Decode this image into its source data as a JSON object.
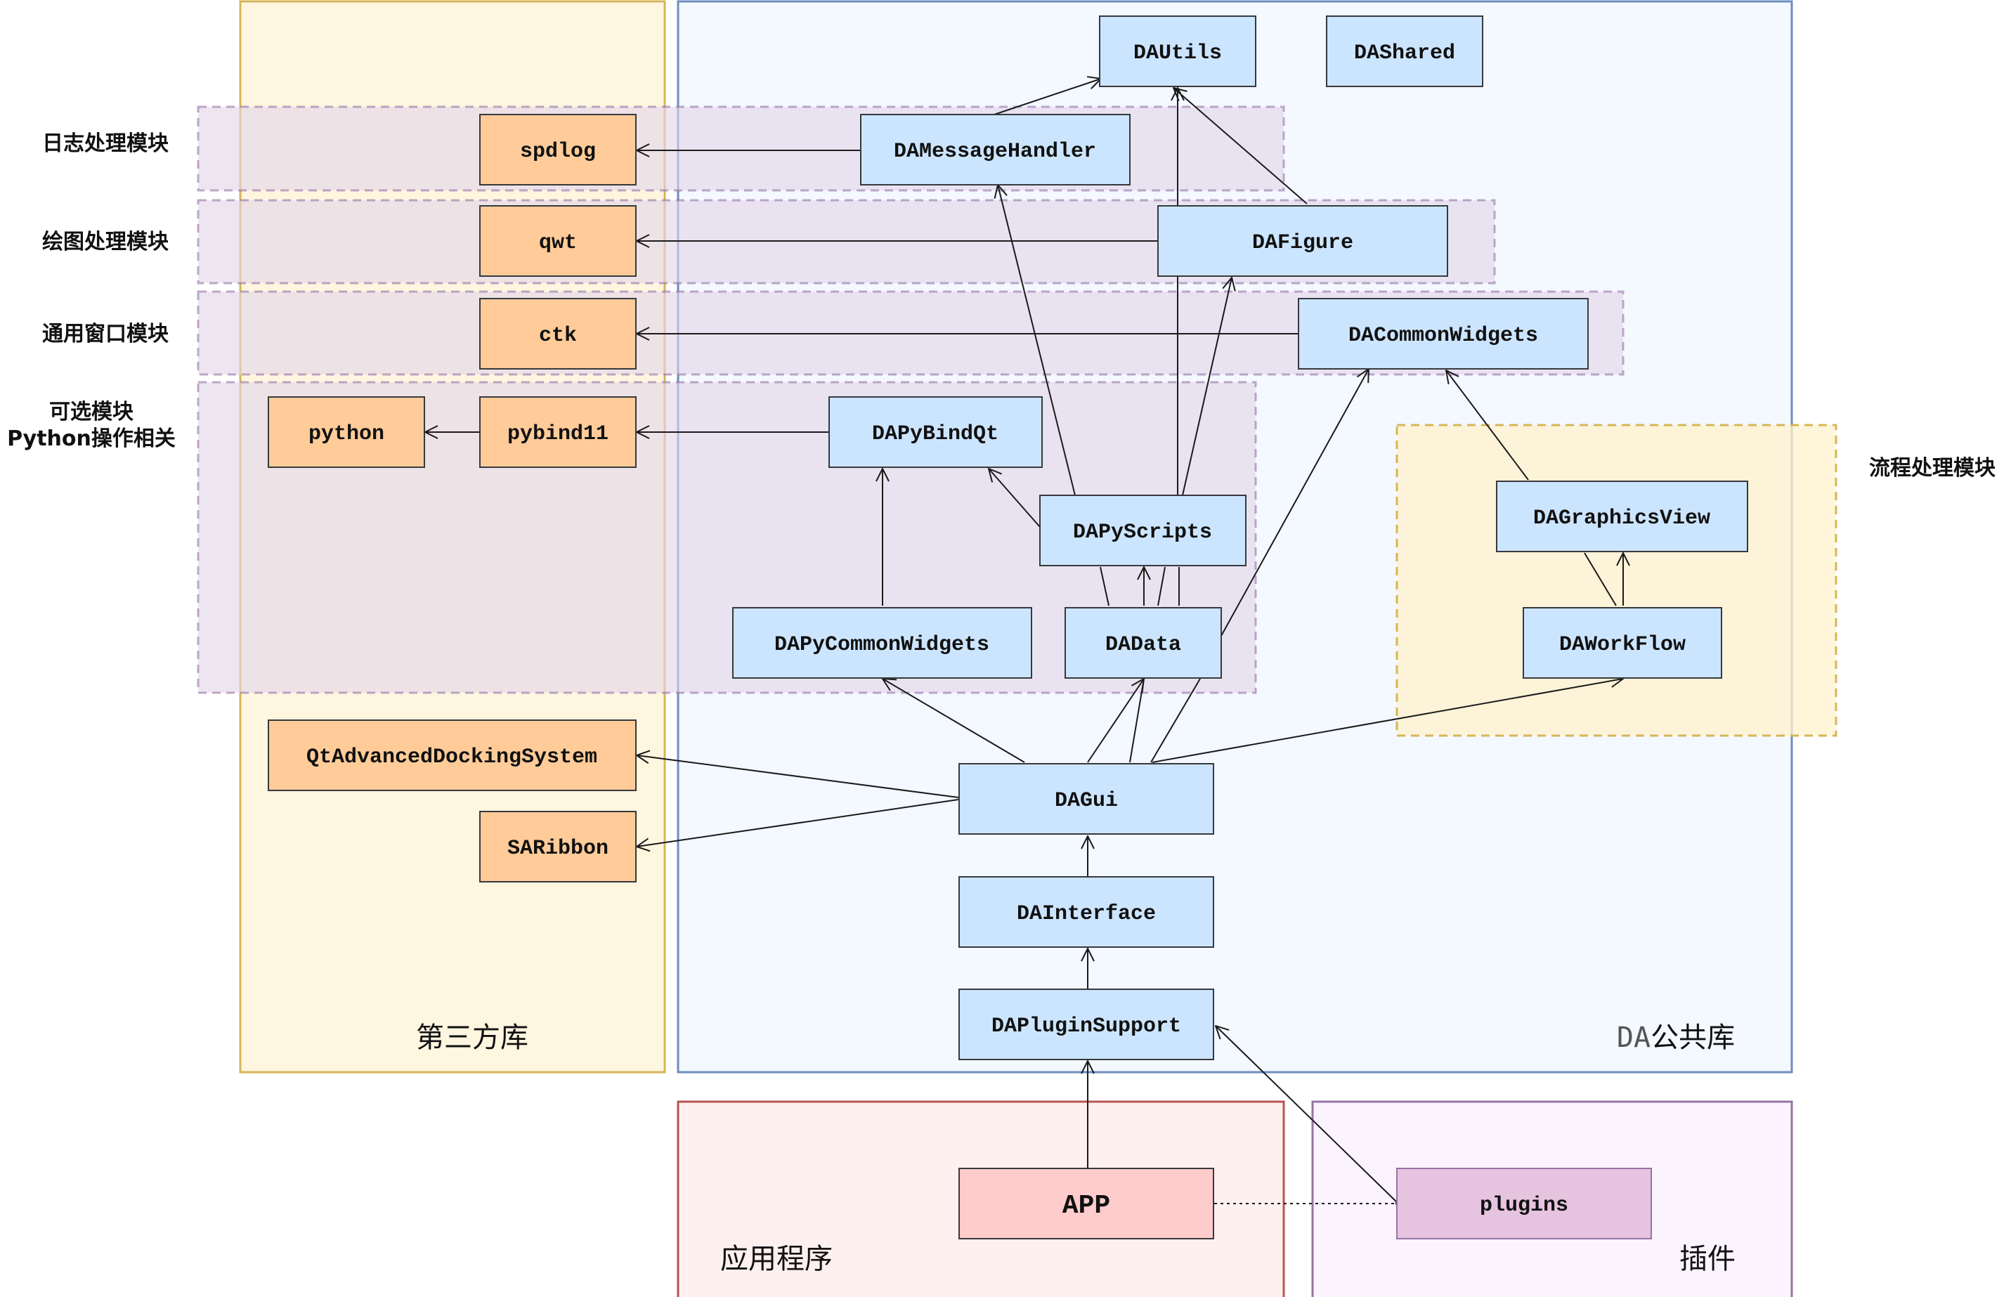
{
  "groups": {
    "third_party": "第三方库",
    "da_public": "公共库",
    "da_public_prefix": "DA",
    "application": "应用程序",
    "plugins": "插件"
  },
  "module_labels": {
    "log": "日志处理模块",
    "plot": "绘图处理模块",
    "window": "通用窗口模块",
    "optional_line1": "可选模块",
    "optional_line2": "Python操作相关",
    "workflow": "流程处理模块"
  },
  "nodes": {
    "spdlog": "spdlog",
    "qwt": "qwt",
    "ctk": "ctk",
    "python": "python",
    "pybind11": "pybind11",
    "qtads": "QtAdvancedDockingSystem",
    "saribbon": "SARibbon",
    "dautils": "DAUtils",
    "dashared": "DAShared",
    "damessagehandler": "DAMessageHandler",
    "dafigure": "DAFigure",
    "dacommonwidgets": "DACommonWidgets",
    "dapybindqt": "DAPyBindQt",
    "dapyscripts": "DAPyScripts",
    "dapycommonwidgets": "DAPyCommonWidgets",
    "dadata": "DAData",
    "dagraphicsview": "DAGraphicsView",
    "daworkflow": "DAWorkFlow",
    "dagui": "DAGui",
    "dainterface": "DAInterface",
    "dapluginsupport": "DAPluginSupport",
    "app": "APP",
    "plugins": "plugins"
  },
  "colors": {
    "third_party_fill": "#fff6e0",
    "third_party_border": "#d6b656",
    "da_fill": "#f4f8ff",
    "da_border": "#6c8ebf",
    "module_fill": "#e1d5e7",
    "module_border": "#9673a6",
    "workflow_fill": "#fff2cc",
    "workflow_border": "#d6b656",
    "third_party_node": "#ffcc99",
    "da_node": "#cce5ff",
    "app_fill": "#fff0f0",
    "app_border": "#b85450",
    "app_node": "#ffcccc",
    "plugin_fill": "#fbf4ff",
    "plugin_border": "#9673a6",
    "plugin_node": "#e6c3de"
  }
}
